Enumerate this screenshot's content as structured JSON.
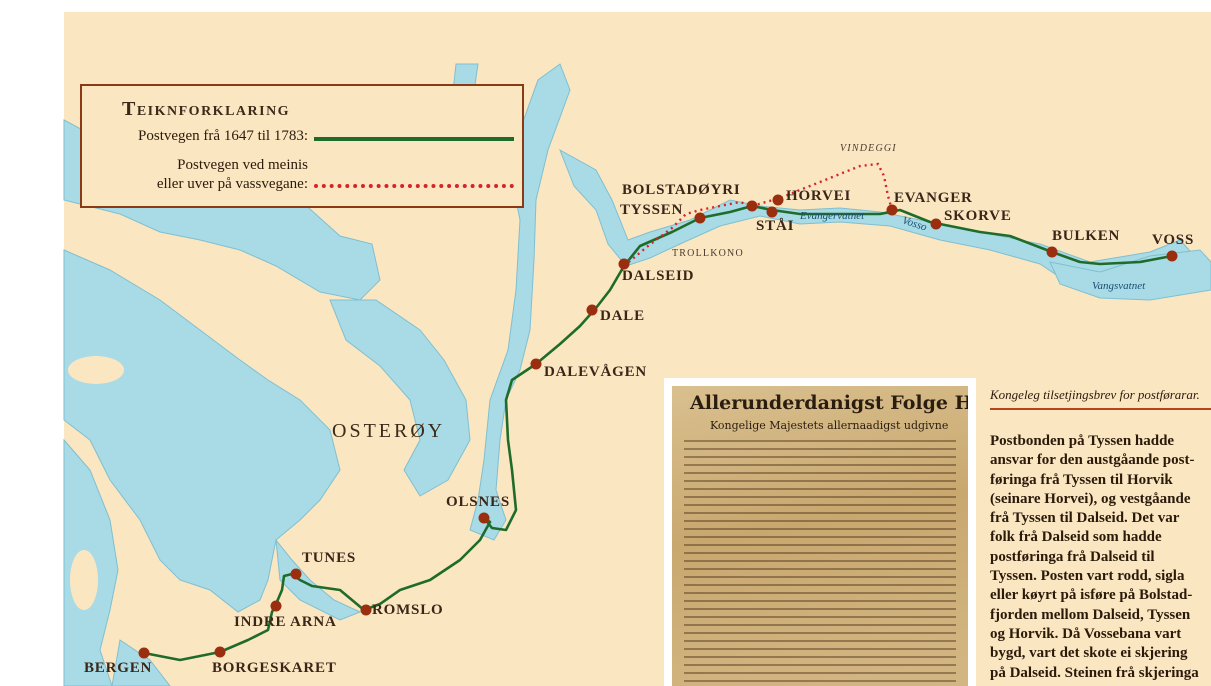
{
  "legend": {
    "title": "Teiknforklaring",
    "route_1647_1783": "Postvegen frå 1647 til 1783:",
    "route_water_line1": "Postvegen ved meinis",
    "route_water_line2": "eller uver på vassvegane:"
  },
  "places": {
    "bolstadoyri": "BOLSTADØYRI",
    "tyssen": "TYSSEN",
    "horvei": "HORVEI",
    "staai": "STÅI",
    "evanger": "EVANGER",
    "skorve": "SKORVE",
    "bulken": "BULKEN",
    "voss": "VOSS",
    "dalseid": "DALSEID",
    "dale": "DALE",
    "dalevaagen": "DALEVÅGEN",
    "olsnes": "OLSNES",
    "tunes": "TUNES",
    "romslo": "ROMSLO",
    "indre_arna": "INDRE ARNA",
    "bergen": "BERGEN",
    "borgeskaret": "BORGESKARET"
  },
  "terrain": {
    "vindeggi": "VINDEGGI",
    "trollkono": "TROLLKONO",
    "osteroy": "OSTERØY"
  },
  "waters": {
    "evangervatnet": "Evangervatnet",
    "vosso": "Vosso",
    "vangsvatnet": "Vangsvatnet"
  },
  "document": {
    "heading1": "Allerunderdanigst Folge Hans",
    "heading2": "Kongelige Majestets allernaadigst udgivne"
  },
  "caption": "Kongeleg tilsetjingsbrev for postførarar.",
  "body_lines": [
    "Postbonden på Tyssen hadde",
    "ansvar for den austgåande post-",
    "føringa frå Tyssen til Horvik",
    "(seinare Horvei), og vestgåande",
    "frå Tyssen til Dalseid. Det var",
    "folk frå Dalseid som hadde",
    "postføringa frå Dalseid til",
    "Tyssen. Posten vart rodd, sigla",
    "eller køyrt på isføre på Bolstad-",
    "fjorden mellom Dalseid, Tyssen",
    "og Horvik. Då Vossebana vart",
    "bygd, vart det skote ei skjering",
    "på Dalseid. Steinen frå skjeringa"
  ],
  "colors": {
    "land": "#fbe6c2",
    "water": "#a8dbe6",
    "route": "#1f6b2a",
    "winter_route": "#d8232a",
    "stop": "#9a2f10"
  }
}
